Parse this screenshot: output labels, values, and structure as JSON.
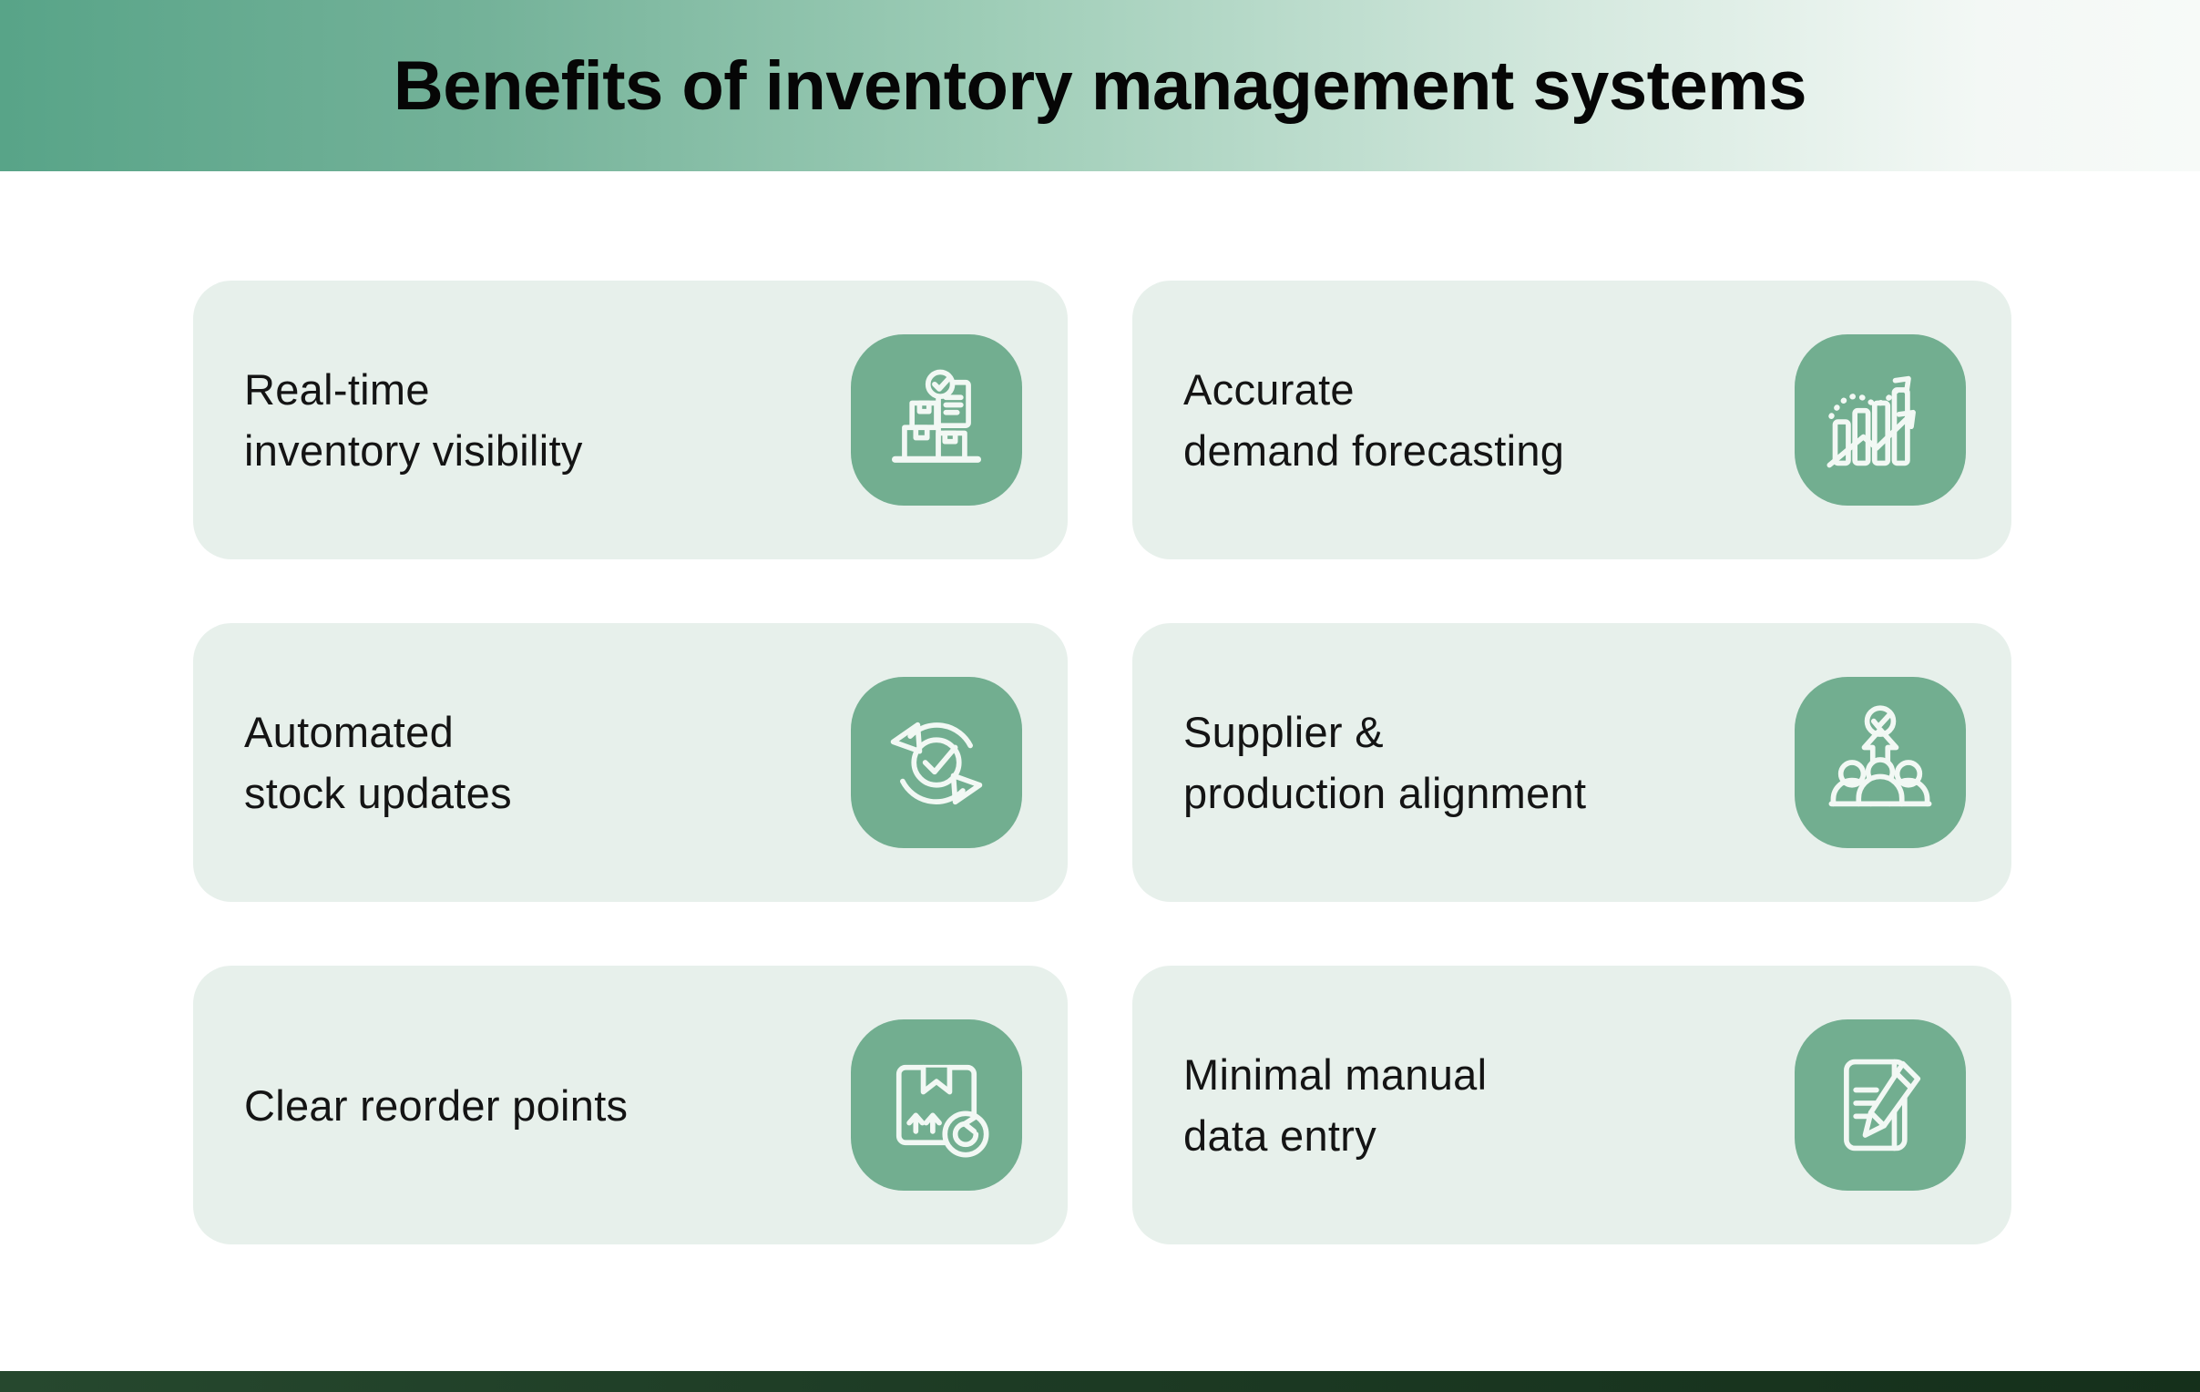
{
  "header": {
    "title": "Benefits of inventory management systems"
  },
  "cards": [
    {
      "line1": "Real-time",
      "line2": "inventory visibility",
      "icon": "inventory-boxes-checklist-icon"
    },
    {
      "line1": "Accurate",
      "line2": "demand forecasting",
      "icon": "demand-forecast-chart-icon"
    },
    {
      "line1": "Automated",
      "line2": "stock updates",
      "icon": "automated-sync-check-icon"
    },
    {
      "line1": "Supplier &",
      "line2": "production alignment",
      "icon": "supplier-production-alignment-icon"
    },
    {
      "line1": "Clear reorder points",
      "line2": "",
      "icon": "reorder-box-refresh-icon"
    },
    {
      "line1": "Minimal manual",
      "line2": "data entry",
      "icon": "manual-data-entry-icon"
    }
  ],
  "colors": {
    "header_gradient_start": "#58a488",
    "header_gradient_end": "#f7faf8",
    "card_background": "#e7f0eb",
    "icon_tile": "#72ae90",
    "icon_stroke": "#f2f8f4",
    "footer_bar": "#1d3b24",
    "title_text": "#060606",
    "card_text": "#141414"
  }
}
